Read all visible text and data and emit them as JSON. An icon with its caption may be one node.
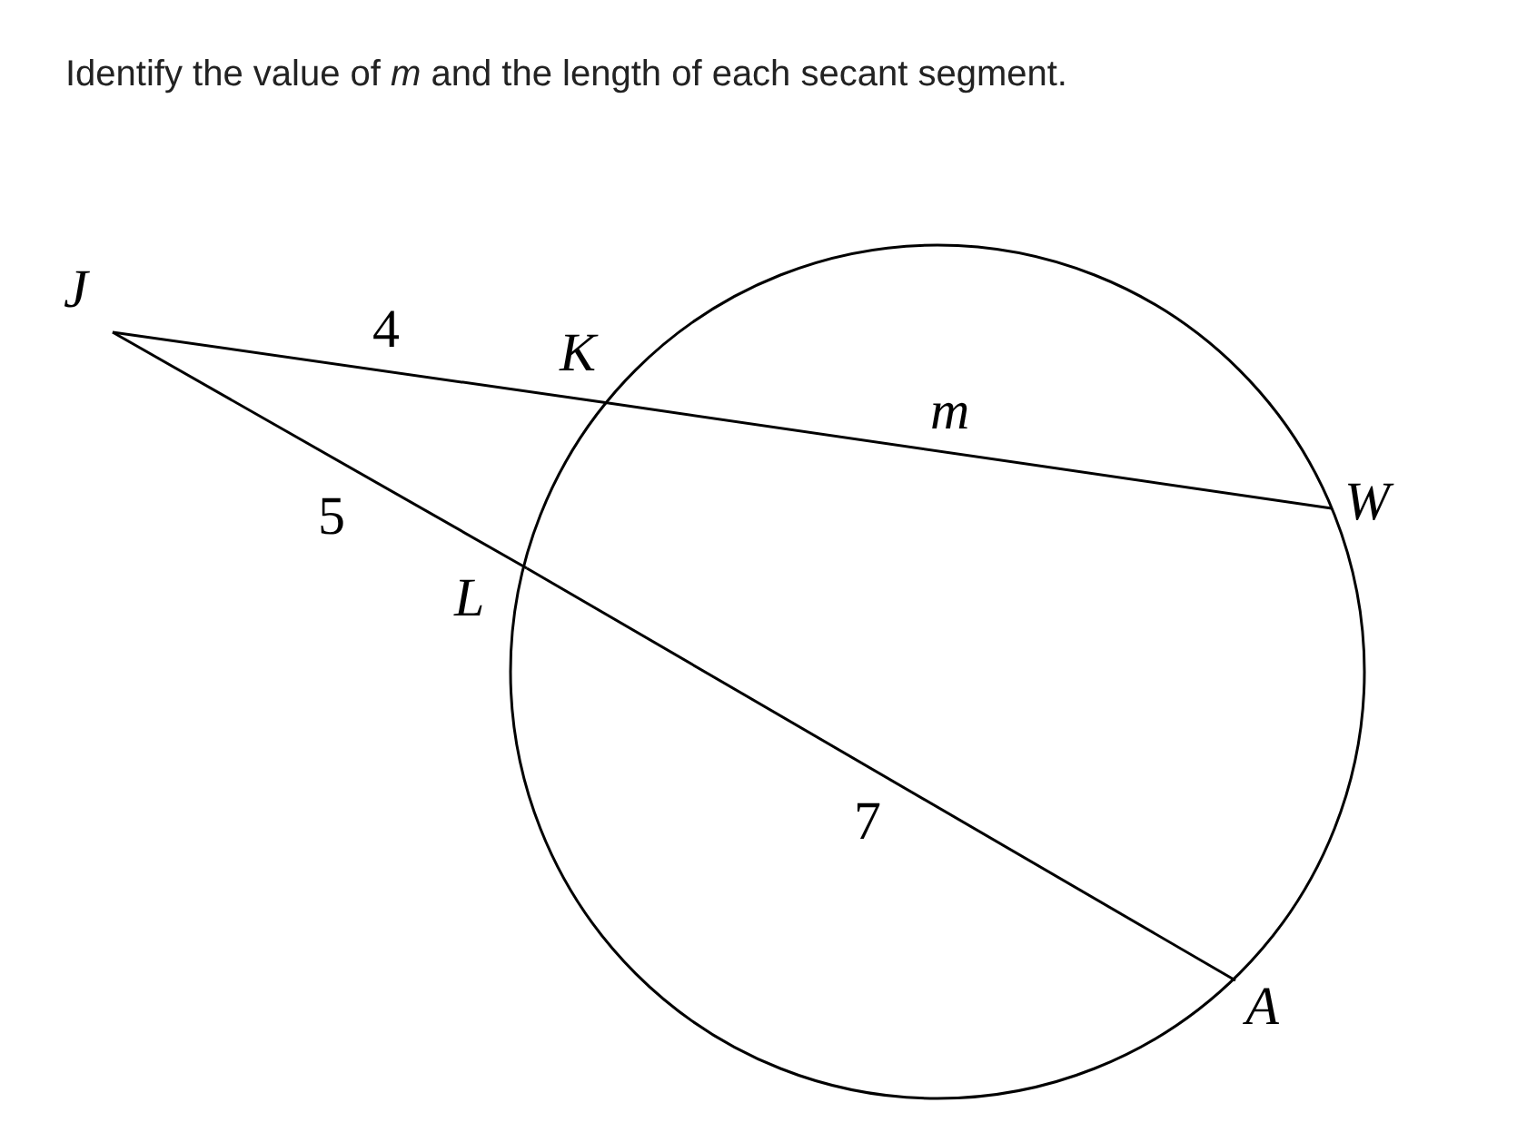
{
  "diagram": {
    "title": "Identify the value of *m* and the length of each secant segment.",
    "nodes": [
      {
        "text": [
          "J"
        ]
      },
      {
        "text": [
          "K"
        ]
      },
      {
        "text": [
          "W"
        ]
      },
      {
        "text": [
          "L"
        ]
      },
      {
        "text": [
          "A"
        ]
      }
    ],
    "edges": [
      {
        "from": 0,
        "to": 1,
        "arrow": "none",
        "label": "4"
      },
      {
        "from": 1,
        "to": 2,
        "arrow": "none",
        "label": "m"
      },
      {
        "from": 0,
        "to": 3,
        "arrow": "none",
        "label": "5"
      },
      {
        "from": 3,
        "to": 4,
        "arrow": "none",
        "label": "7"
      }
    ]
  }
}
